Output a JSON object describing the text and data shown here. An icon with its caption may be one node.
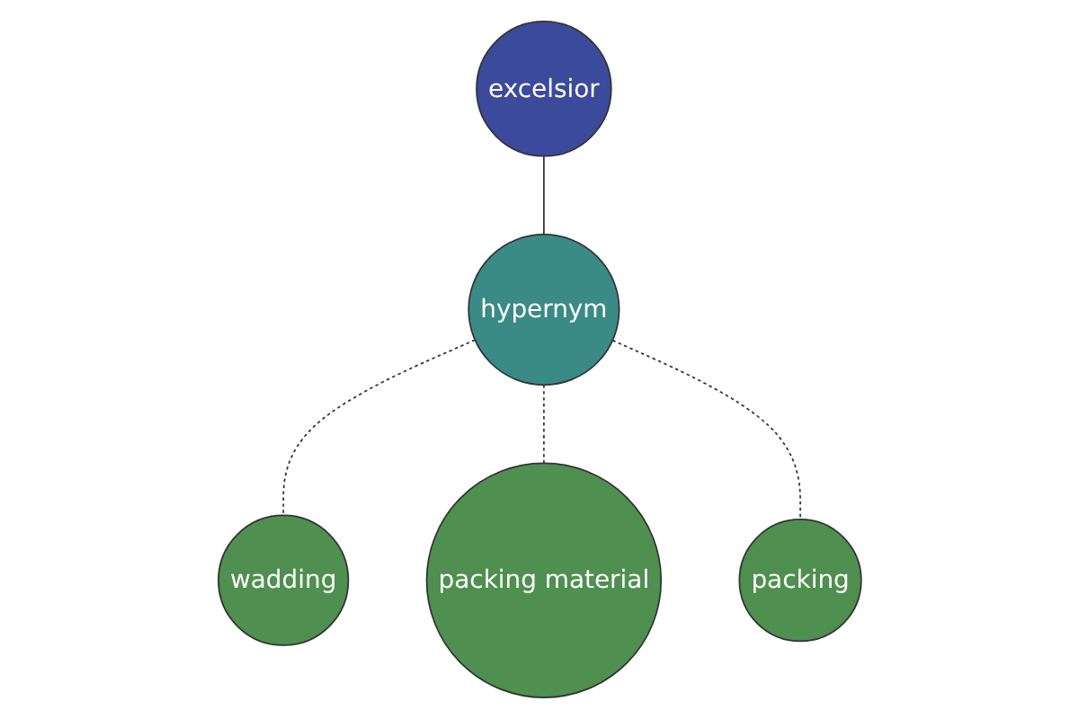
{
  "diagram": {
    "nodes": [
      {
        "text": [
          "excelsior"
        ]
      },
      {
        "text": [
          "hypernym"
        ]
      },
      {
        "text": [
          "wadding"
        ]
      },
      {
        "text": [
          "packing material"
        ]
      },
      {
        "text": [
          "packing"
        ]
      }
    ],
    "edges": [
      {
        "from": 0,
        "to": 1,
        "arrow": "none"
      },
      {
        "from": 1,
        "to": 2,
        "arrow": "none",
        "style": "dashed"
      },
      {
        "from": 1,
        "to": 3,
        "arrow": "none",
        "style": "dashed"
      },
      {
        "from": 1,
        "to": 4,
        "arrow": "none",
        "style": "dashed"
      }
    ]
  }
}
